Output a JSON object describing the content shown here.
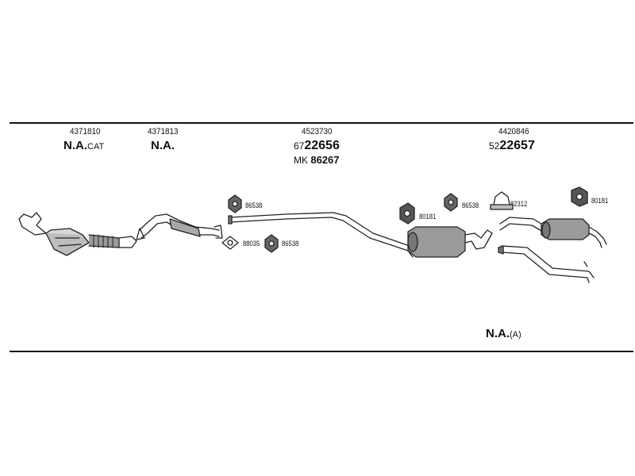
{
  "groups": [
    {
      "part_number": "4371810",
      "main": "N.A.",
      "suffix": "CAT"
    },
    {
      "part_number": "4371813",
      "main": "N.A.",
      "suffix": ""
    },
    {
      "part_number": "4523730",
      "prefix": "67",
      "main": "22656",
      "kit_prefix": "MK",
      "kit_number": "86267"
    },
    {
      "part_number": "4420846",
      "prefix": "52",
      "main": "22657"
    }
  ],
  "hardware": {
    "h1": "86538",
    "h2": "88035",
    "h3": "86538",
    "h4": "80181",
    "h5": "86538",
    "h6": "82312",
    "h7": "80181"
  },
  "footnote": {
    "main": "N.A.",
    "suffix": "(A)"
  }
}
